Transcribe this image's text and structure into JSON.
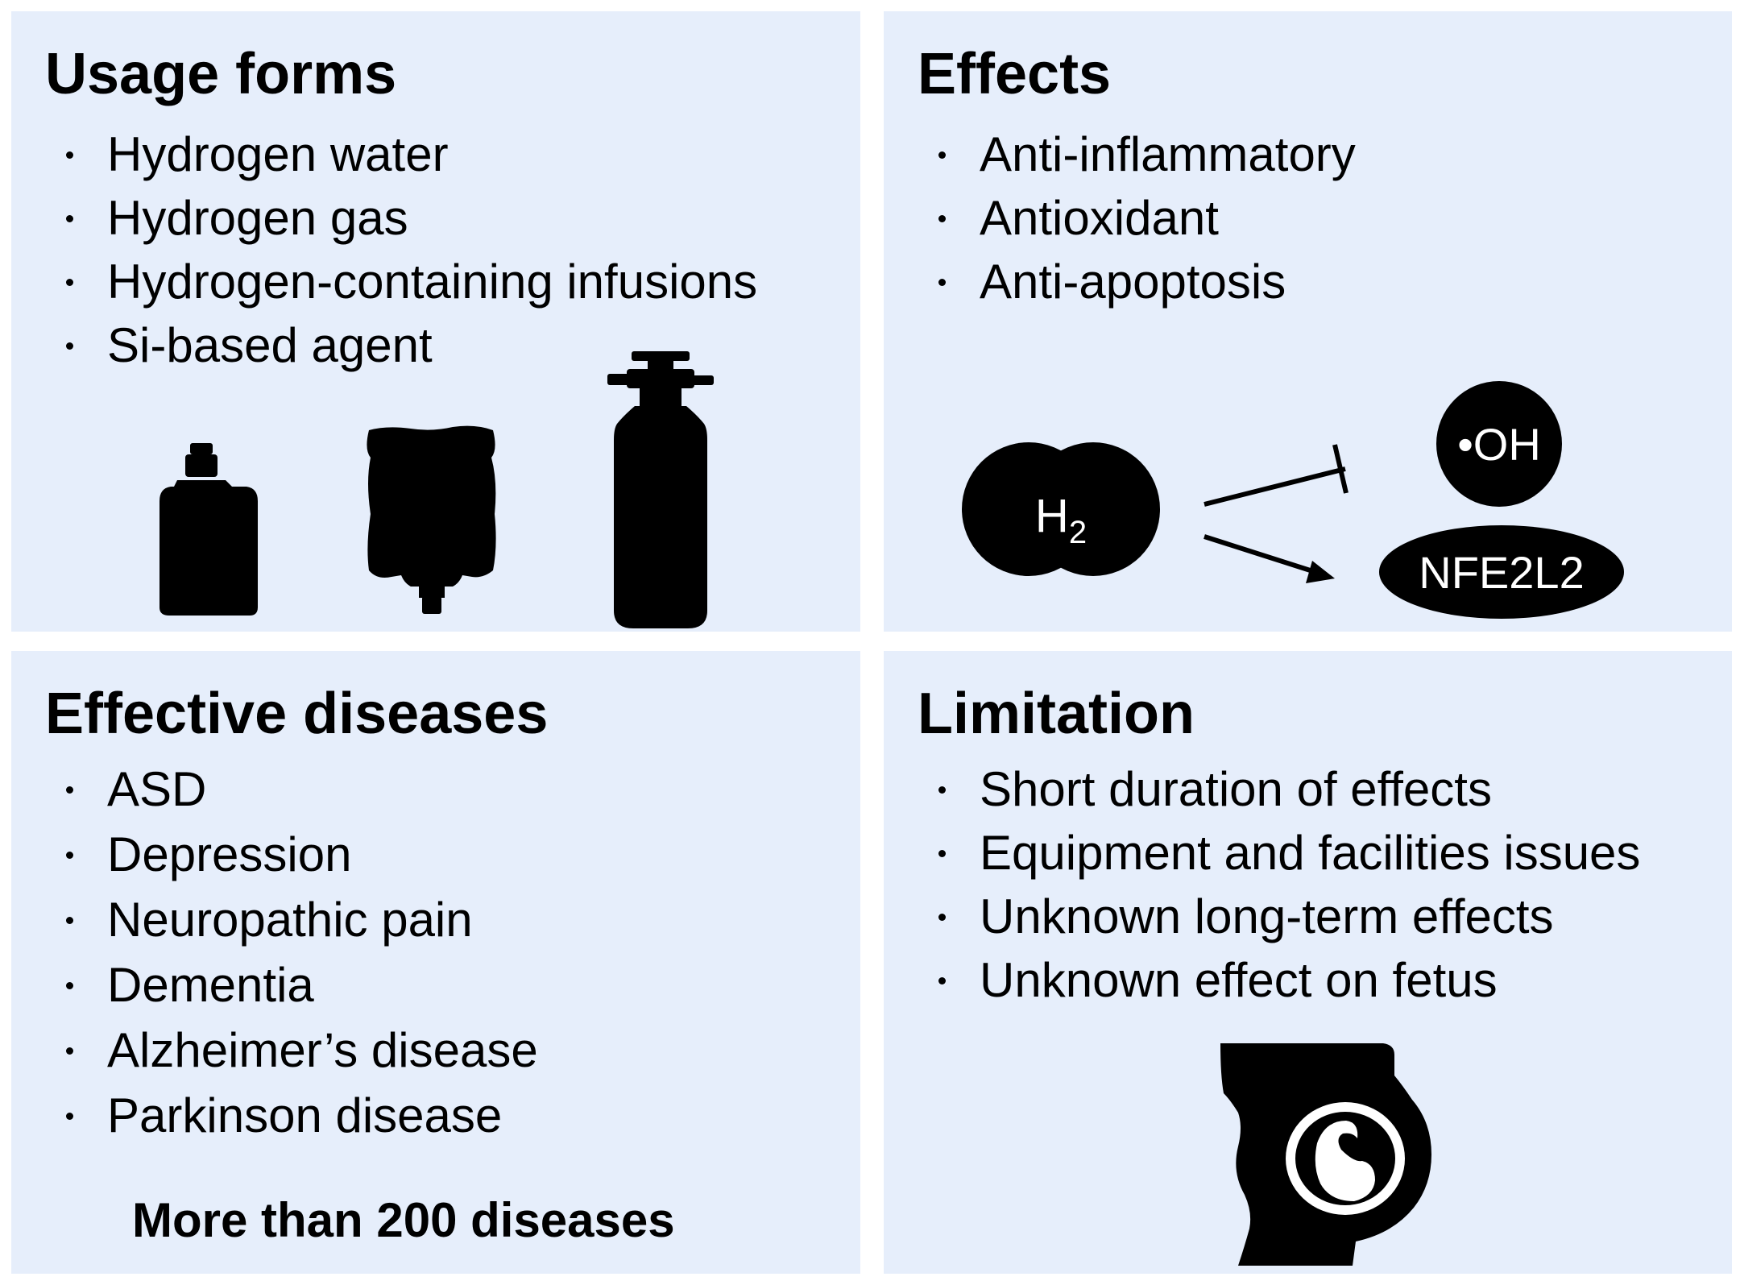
{
  "usage": {
    "title": "Usage forms",
    "items": [
      "Hydrogen water",
      "Hydrogen gas",
      "Hydrogen-containing infusions",
      "Si-based agent"
    ],
    "icons": [
      "bottle-icon",
      "infusion-bag-icon",
      "gas-cylinder-icon"
    ]
  },
  "effects": {
    "title": "Effects",
    "items": [
      "Anti-inflammatory",
      "Antioxidant",
      "Anti-apoptosis"
    ],
    "diagram": {
      "h2_label": "H",
      "h2_subscript": "2",
      "radical_label": "•OH",
      "target_label": "NFE2L2"
    }
  },
  "diseases": {
    "title": "Effective diseases",
    "items": [
      "ASD",
      "Depression",
      "Neuropathic pain",
      "Dementia",
      "Alzheimer’s disease",
      "Parkinson disease"
    ],
    "footer": "More than 200 diseases"
  },
  "limitation": {
    "title": "Limitation",
    "items": [
      "Short duration of effects",
      "Equipment and facilities issues",
      "Unknown long-term effects",
      "Unknown effect on fetus"
    ],
    "icon": "pregnant-woman-icon"
  },
  "colors": {
    "panel_background": "#e6eefb",
    "ink": "#000000"
  }
}
